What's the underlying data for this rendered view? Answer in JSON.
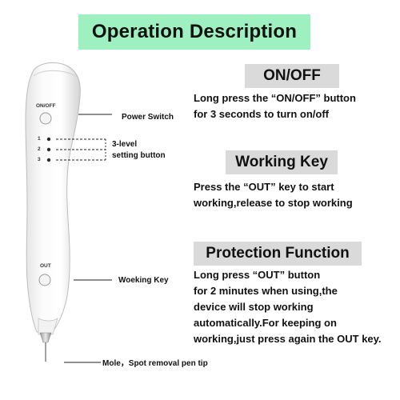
{
  "title": "Operation Description",
  "pen": {
    "onoff_text": "ON/OFF",
    "levels": [
      "1",
      "2",
      "3"
    ],
    "out_text": "OUT"
  },
  "labels": {
    "power_switch": "Power Switch",
    "level_line1": "3-level",
    "level_line2": "setting button",
    "working_key": "Woeking Key",
    "pen_tip": "Mole，Spot removal pen tip"
  },
  "sections": [
    {
      "heading": "ON/OFF",
      "lines": [
        "Long press the  “ON/OFF”  button",
        "for 3 seconds to turn on/off"
      ]
    },
    {
      "heading": "Working Key",
      "lines": [
        "Press the  “OUT”  key to start",
        "working,release to stop working"
      ]
    },
    {
      "heading": "Protection Function",
      "lines": [
        "Long press  “OUT”  button",
        "for 2 minutes when using,the",
        "device will stop working",
        "automatically.For keeping on",
        "working,just press again the OUT key."
      ]
    }
  ]
}
